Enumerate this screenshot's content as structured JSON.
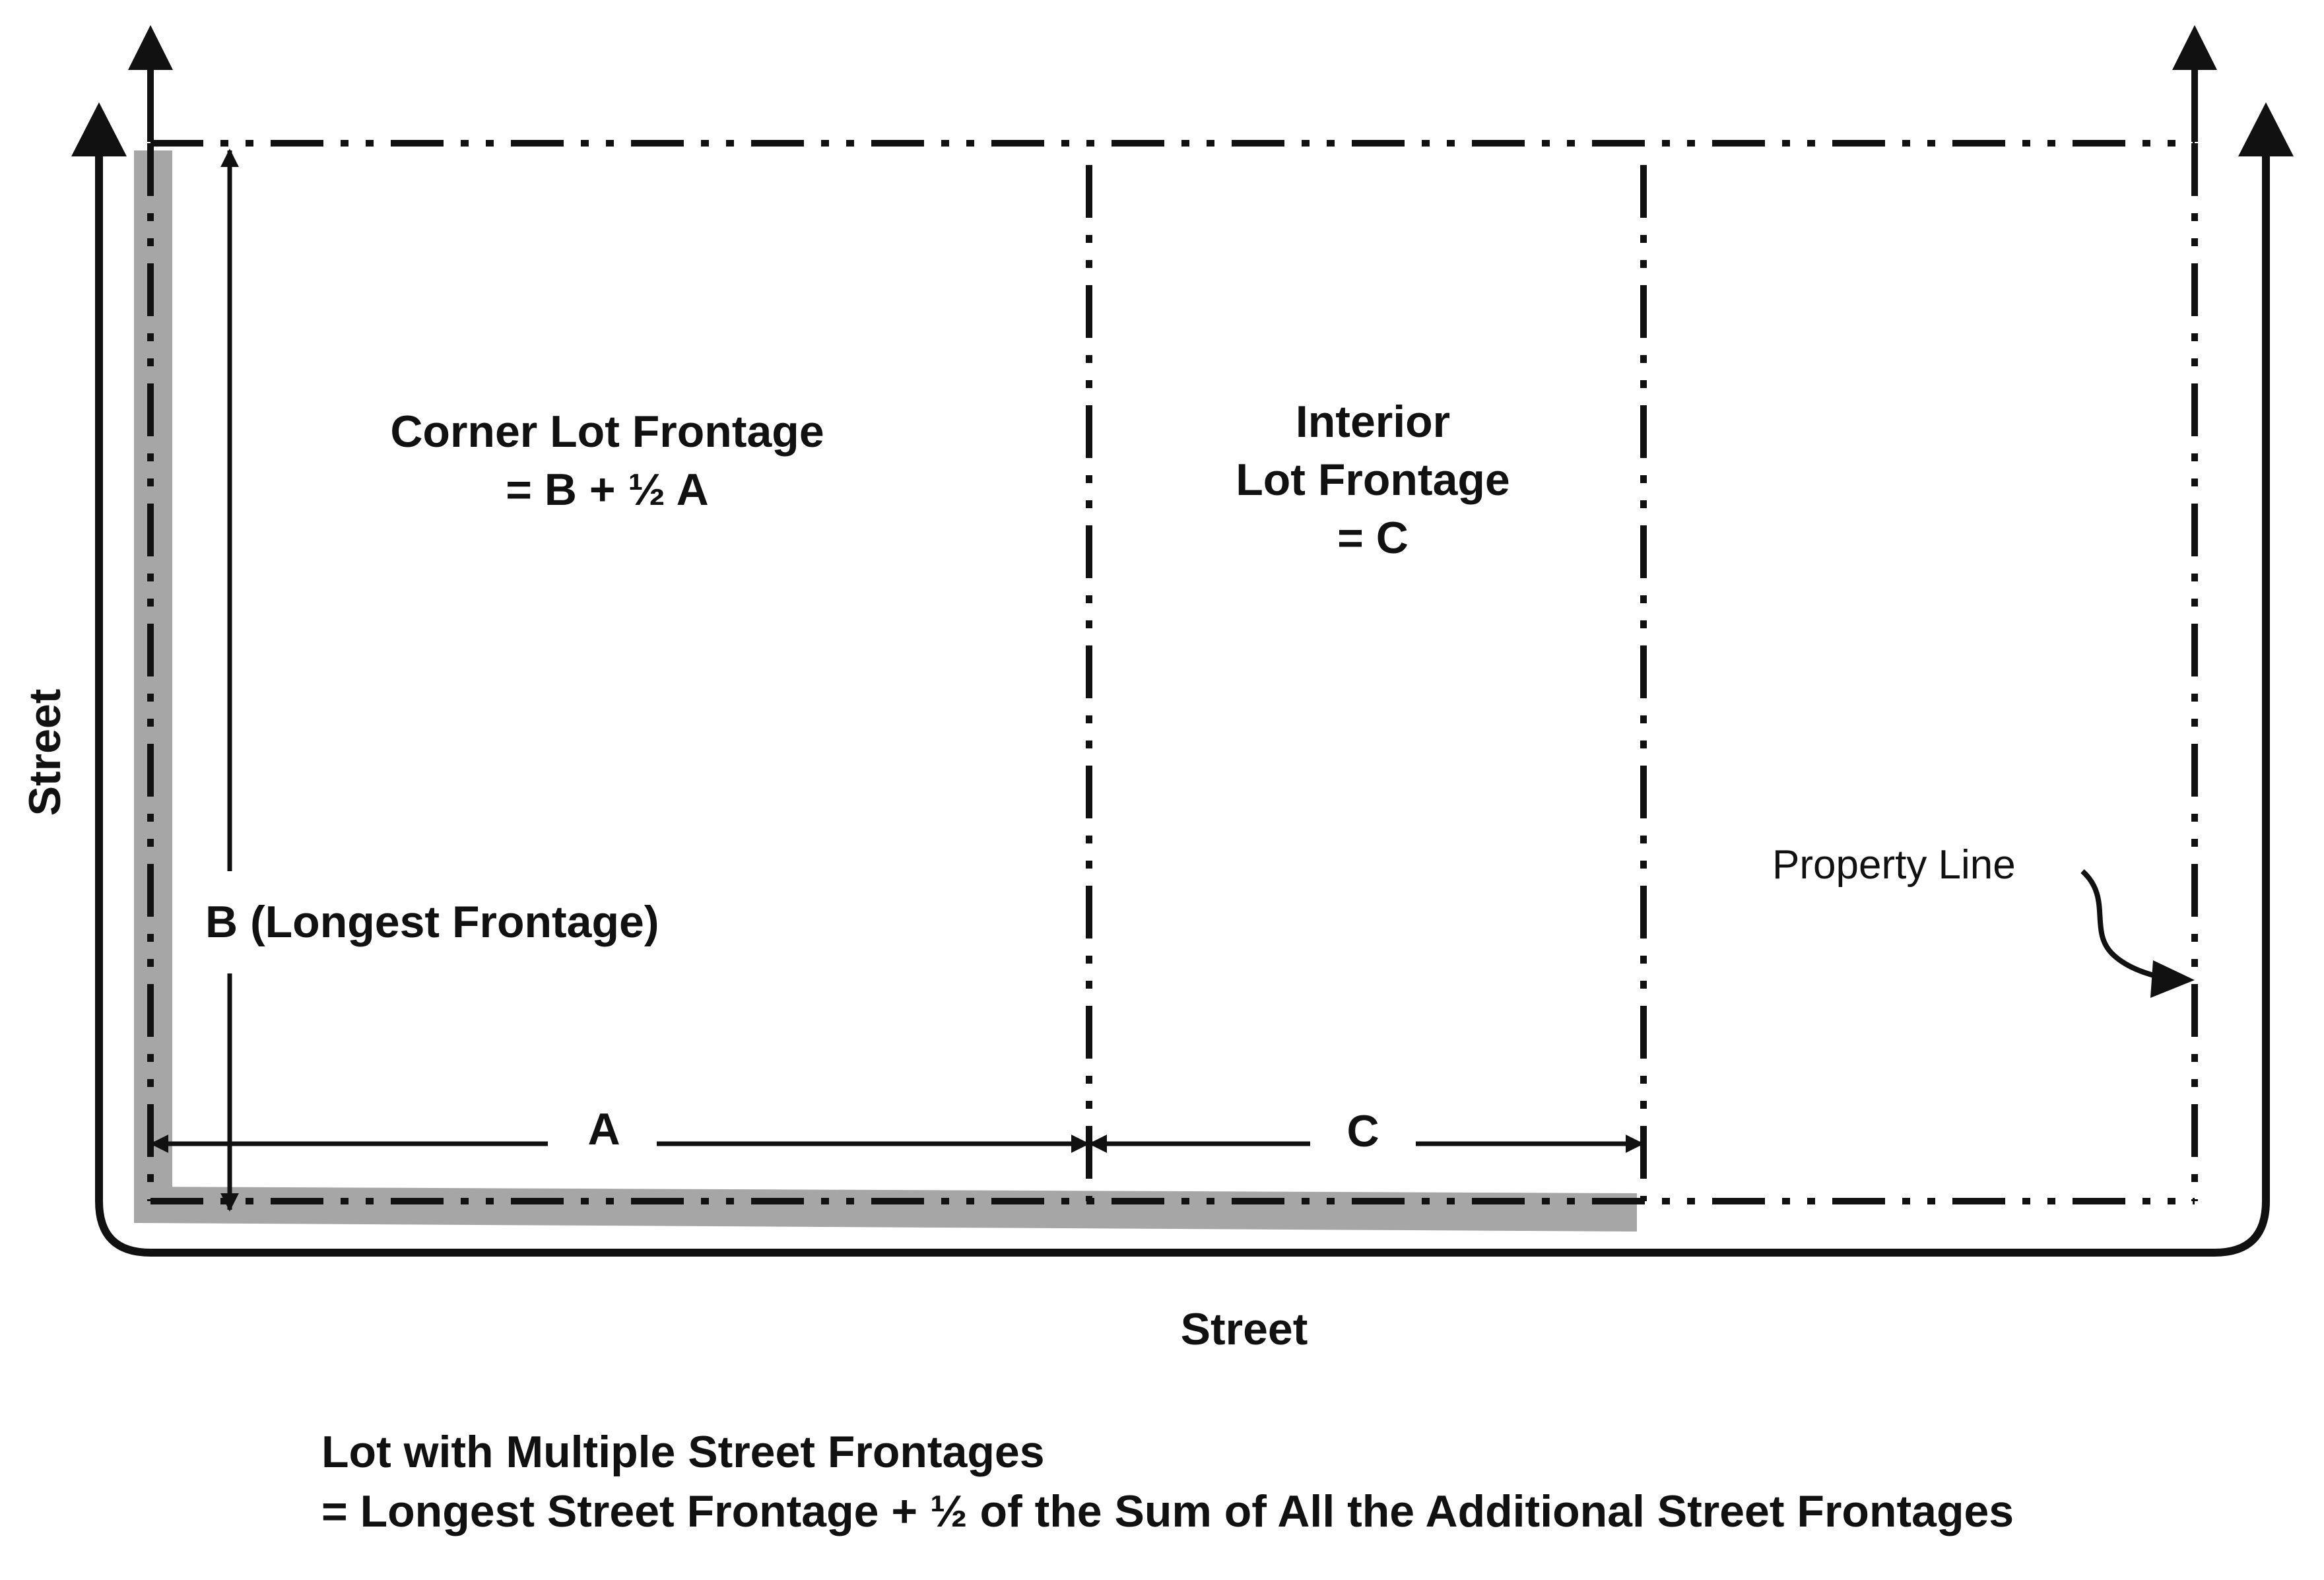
{
  "labels": {
    "corner_line1": "Corner Lot Frontage",
    "corner_line2": "= B + ½ A",
    "interior_line1": "Interior",
    "interior_line2": "Lot Frontage",
    "interior_line3": "= C",
    "b": "B (Longest Frontage)",
    "a": "A",
    "c": "C",
    "property_line": "Property Line",
    "street_left": "Street",
    "street_bottom": "Street"
  },
  "caption": {
    "line1": "Lot with Multiple Street Frontages",
    "line2": "= Longest Street Frontage + ½ of the Sum of All the Additional Street Frontages"
  },
  "colors": {
    "ink": "#111111",
    "highlight": "#a6a6a6"
  }
}
